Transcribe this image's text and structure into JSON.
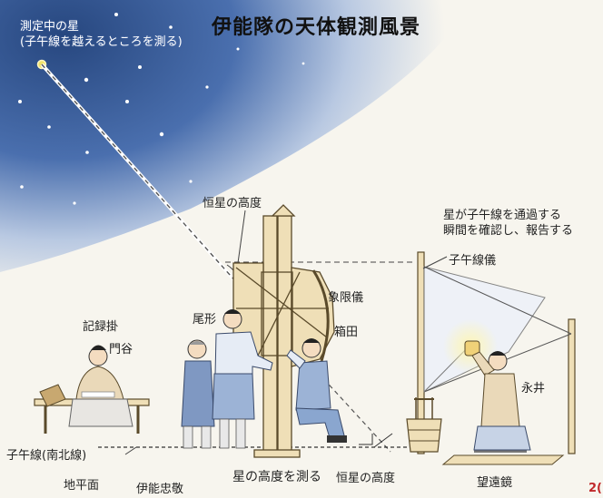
{
  "title": "伊能隊の天体観測風景",
  "star_label": {
    "line1": "測定中の星",
    "line2": "(子午線を越えるところを測る)"
  },
  "labels": {
    "star_altitude_top": "恒星の高度",
    "quadrant": "象限儀",
    "meridian_instrument": "子午線儀",
    "recorder": "記録掛",
    "kadoya": "門谷",
    "onagata": "尾形",
    "hakoda": "箱田",
    "nagai": "永井",
    "meridian_line": "子午線(南北線)",
    "ground_surface": "地平面",
    "ino_tadataka": "伊能忠敬",
    "measure_altitude": "星の高度を測る",
    "star_altitude_bottom": "恒星の高度",
    "telescope": "望遠鏡",
    "page_number": "2("
  },
  "note": {
    "line1": "星が子午線を通過する",
    "line2": "瞬間を確認し、報告する"
  },
  "colors": {
    "sky_deep": "#2f4f8e",
    "sky_light": "#f7f5ee",
    "star": "#f2e36a",
    "wood": "#efdfb7",
    "wood_edge": "#5a4a2a",
    "kimono_blue": "#8aa6cf",
    "kimono_light": "#e6ecf5",
    "accent_red": "#c0282a"
  }
}
